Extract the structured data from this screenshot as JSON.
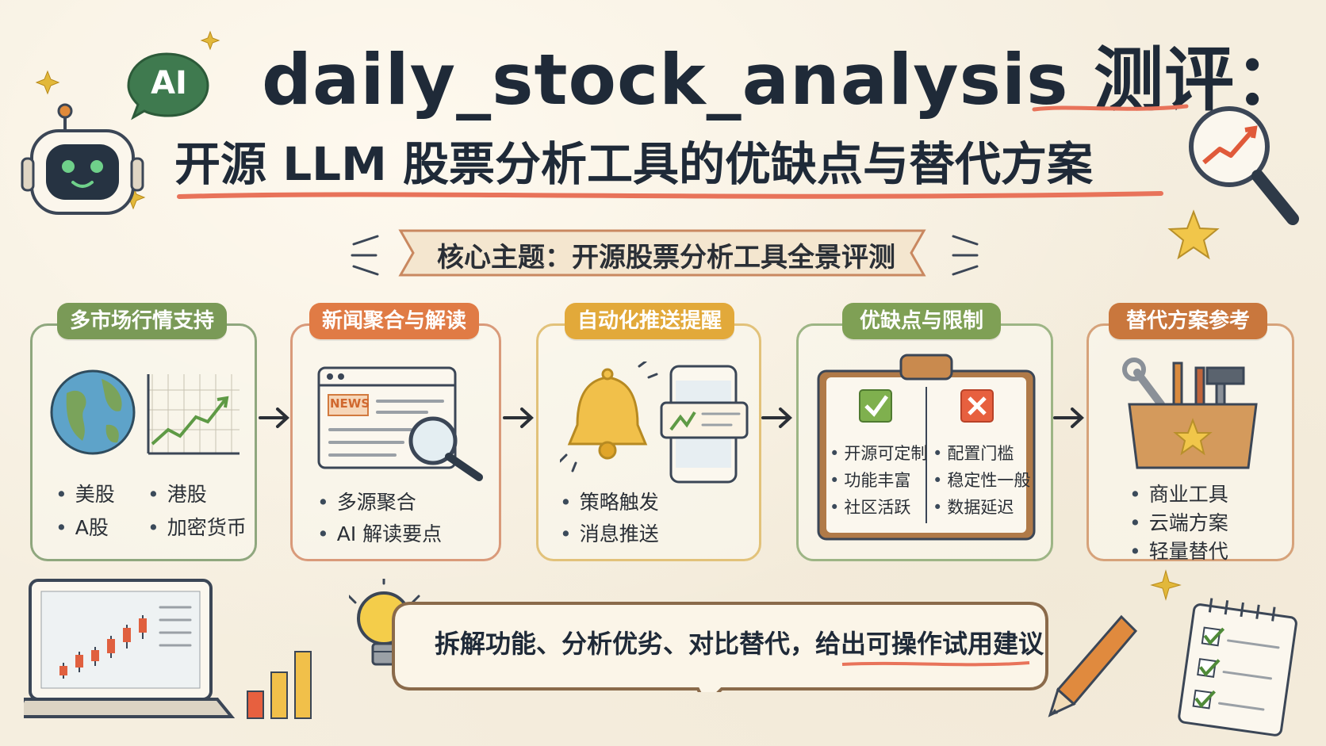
{
  "title": {
    "line1": "daily_stock_analysis 测评：",
    "line2": "开源 LLM 股票分析工具的优缺点与替代方案"
  },
  "ai_badge": "AI",
  "core_theme": "核心主题：开源股票分析工具全景评测",
  "cards": [
    {
      "tag": "多市场行情支持",
      "tag_color": "#7a9a57",
      "items": [
        "美股",
        "港股",
        "A股",
        "加密货币"
      ]
    },
    {
      "tag": "新闻聚合与解读",
      "tag_color": "#e07b45",
      "news_label": "NEWS",
      "items": [
        "多源聚合",
        "AI 解读要点"
      ]
    },
    {
      "tag": "自动化推送提醒",
      "tag_color": "#e2a93a",
      "items": [
        "策略触发",
        "消息推送"
      ]
    },
    {
      "tag": "优缺点与限制",
      "tag_color": "#7fa055",
      "pros": [
        "开源可定制",
        "功能丰富",
        "社区活跃"
      ],
      "cons": [
        "配置门槛",
        "稳定性一般",
        "数据延迟"
      ]
    },
    {
      "tag": "替代方案参考",
      "tag_color": "#c9773d",
      "items": [
        "商业工具",
        "云端方案",
        "轻量替代"
      ]
    }
  ],
  "callout": "拆解功能、分析优劣、对比替代，给出可操作试用建议",
  "colors": {
    "ink": "#1f2a38",
    "accent_red": "#e8735a",
    "card_border": "#8fa77e"
  }
}
